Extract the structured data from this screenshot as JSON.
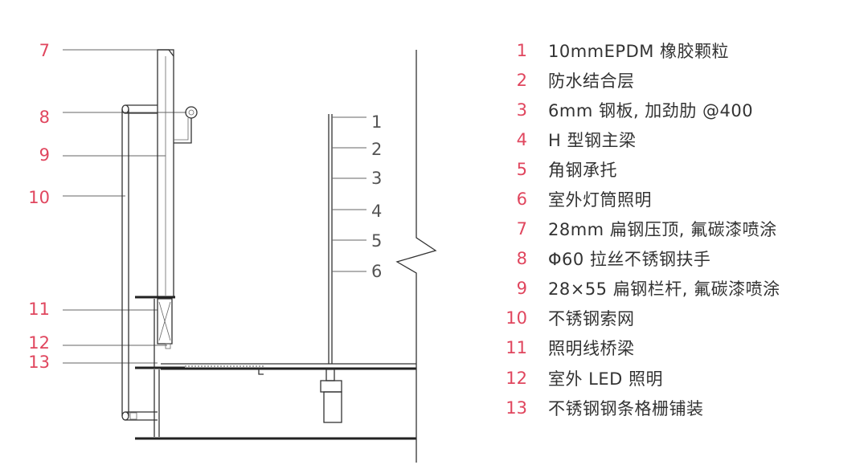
{
  "drawing": {
    "left_callouts": [
      "7",
      "8",
      "9",
      "10",
      "11",
      "12",
      "13"
    ],
    "right_callouts": [
      "1",
      "2",
      "3",
      "4",
      "5",
      "6"
    ]
  },
  "legend": {
    "items": [
      {
        "num": "1",
        "text": "10mmEPDM 橡胶颗粒"
      },
      {
        "num": "2",
        "text": "防水结合层"
      },
      {
        "num": "3",
        "text": "6mm 钢板, 加劲肋 @400"
      },
      {
        "num": "4",
        "text": "H 型钢主梁"
      },
      {
        "num": "5",
        "text": "角钢承托"
      },
      {
        "num": "6",
        "text": "室外灯筒照明"
      },
      {
        "num": "7",
        "text": "28mm 扁钢压顶, 氟碳漆喷涂"
      },
      {
        "num": "8",
        "text": "Φ60 拉丝不锈钢扶手"
      },
      {
        "num": "9",
        "text": "28×55 扁钢栏杆, 氟碳漆喷涂"
      },
      {
        "num": "10",
        "text": "不锈钢索网"
      },
      {
        "num": "11",
        "text": "照明线桥梁"
      },
      {
        "num": "12",
        "text": "室外 LED 照明"
      },
      {
        "num": "13",
        "text": "不锈钢钢条格栅铺装"
      }
    ]
  },
  "colors": {
    "accent": "#e0465e",
    "text": "#333333",
    "line": "#333333"
  }
}
